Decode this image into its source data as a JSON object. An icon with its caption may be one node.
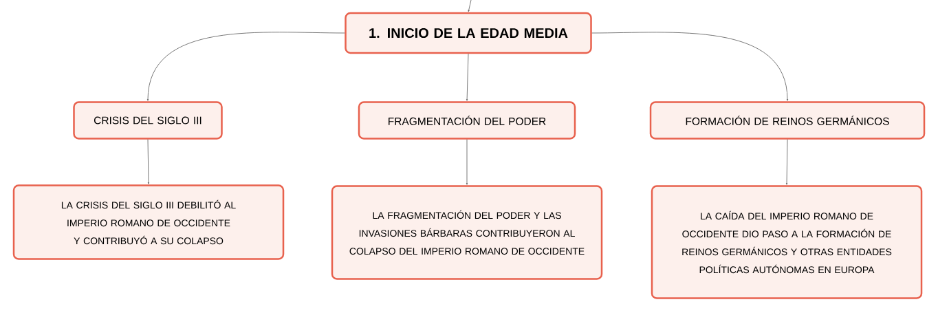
{
  "diagram": {
    "nodes": [
      {
        "text": [
          "1. INICIO DE LA EDAD MEDIA"
        ]
      },
      {
        "text": [
          "CRISIS DEL SIGLO III"
        ]
      },
      {
        "text": [
          "FRAGMENTACIÓN DEL PODER"
        ]
      },
      {
        "text": [
          "FORMACIÓN DE REINOS GERMÁNICOS"
        ]
      },
      {
        "text": [
          "LA CRISIS DEL SIGLO III DEBILITÓ AL IMPERIO ROMANO DE OCCIDENTE Y CONTRIBUYÓ A SU COLAPSO"
        ]
      },
      {
        "text": [
          "LA FRAGMENTACIÓN DEL PODER Y LAS INVASIONES BÁRBARAS CONTRIBUYERON AL COLAPSO DEL IMPERIO ROMANO DE OCCIDENTE"
        ]
      },
      {
        "text": [
          "LA CAÍDA DEL IMPERIO ROMANO DE OCCIDENTE DIO PASO A LA FORMACIÓN DE REINOS GERMÁNICOS Y OTRAS ENTIDADES POLÍTICAS AUTÓNOMAS EN EUROPA"
        ]
      }
    ],
    "edges": [
      {
        "from": null,
        "to": 0,
        "arrow": "to"
      },
      {
        "from": 0,
        "to": 1,
        "arrow": "to"
      },
      {
        "from": 0,
        "to": 2,
        "arrow": "to"
      },
      {
        "from": 0,
        "to": 3,
        "arrow": "to"
      },
      {
        "from": 1,
        "to": 4,
        "arrow": "to"
      },
      {
        "from": 2,
        "to": 5,
        "arrow": "to"
      },
      {
        "from": 3,
        "to": 6,
        "arrow": "to"
      }
    ]
  }
}
